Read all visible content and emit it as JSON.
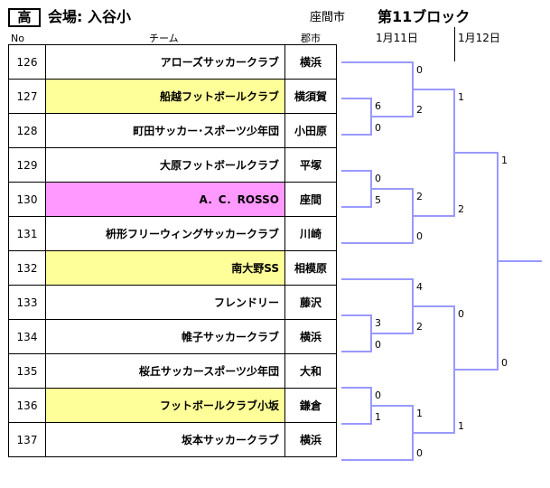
{
  "header": {
    "level": "高",
    "venue": "会場: 入谷小",
    "city": "座間市",
    "block": "第11ブロック",
    "date1": "1月11日",
    "date2": "1月12日"
  },
  "columns": {
    "no": "No",
    "team": "チーム",
    "town": "郡市"
  },
  "teams": [
    {
      "no": "126",
      "name": "アローズサッカークラブ",
      "town": "横浜",
      "hl": ""
    },
    {
      "no": "127",
      "name": "船越フットボールクラブ",
      "town": "横須賀",
      "hl": "yellow"
    },
    {
      "no": "128",
      "name": "町田サッカー･スポーツ少年団",
      "town": "小田原",
      "hl": ""
    },
    {
      "no": "129",
      "name": "大原フットボールクラブ",
      "town": "平塚",
      "hl": ""
    },
    {
      "no": "130",
      "name": "A．C．ROSSO",
      "town": "座間",
      "hl": "pink"
    },
    {
      "no": "131",
      "name": "枡形フリーウィングサッカークラブ",
      "town": "川崎",
      "hl": ""
    },
    {
      "no": "132",
      "name": "南大野SS",
      "town": "相模原",
      "hl": "yellow"
    },
    {
      "no": "133",
      "name": "フレンドリー",
      "town": "藤沢",
      "hl": ""
    },
    {
      "no": "134",
      "name": "帷子サッカークラブ",
      "town": "横浜",
      "hl": ""
    },
    {
      "no": "135",
      "name": "桜丘サッカースポーツ少年団",
      "town": "大和",
      "hl": ""
    },
    {
      "no": "136",
      "name": "フットボールクラブ小坂",
      "town": "鎌倉",
      "hl": "yellow"
    },
    {
      "no": "137",
      "name": "坂本サッカークラブ",
      "town": "横浜",
      "hl": ""
    }
  ],
  "scores": {
    "r1_127_128": [
      "6",
      "0"
    ],
    "r2_126_w": [
      "0",
      "2"
    ],
    "r1_129_130": [
      "0",
      "5"
    ],
    "r2_w_131": [
      "2",
      "0"
    ],
    "r1_133_134": [
      "3",
      "0"
    ],
    "r2_132_w": [
      "4",
      "2"
    ],
    "r1_135_136": [
      "0",
      "1"
    ],
    "r2_w_137": [
      "1",
      "0"
    ],
    "r3_top": [
      "1",
      "2"
    ],
    "r3_bottom": [
      "0",
      "1"
    ],
    "final": [
      "1",
      "0"
    ]
  },
  "colors": {
    "bracket": "#9999ff",
    "yellow": "#ffff99",
    "pink": "#ff99ff"
  }
}
